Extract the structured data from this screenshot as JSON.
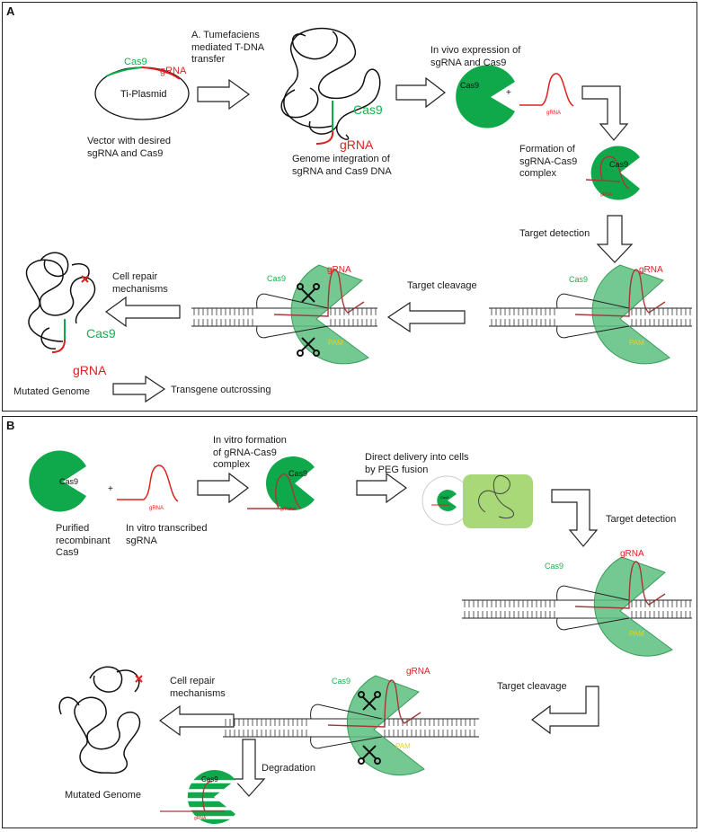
{
  "panel_a": {
    "label": "A",
    "plasmid_name": "Ti-Plasmid",
    "plasmid_cas9": "Cas9",
    "plasmid_grna": "gRNA",
    "vector_caption": "Vector with desired\nsgRNA and Cas9",
    "transfer_caption": "A. Tumefaciens\nmediated T-DNA\ntransfer",
    "genome_cas9": "Cas9",
    "genome_grna": "gRNA",
    "genome_caption": "Genome integration of\nsgRNA and Cas9 DNA",
    "expression_caption": "In vivo expression of\nsgRNA and Cas9",
    "cas9_label": "Cas9",
    "plus": "+",
    "grna_small": "gRNA",
    "complex_caption": "Formation of\nsgRNA-Cas9\ncomplex",
    "complex_cas9": "Cas9",
    "complex_grna": "gRNA",
    "detection_caption": "Target detection",
    "target_cas9": "Cas9",
    "target_grna": "gRNA",
    "target_pam": "PAM",
    "cleavage_caption": "Target cleavage",
    "cleave_cas9": "Cas9",
    "cleave_grna": "gRNA",
    "cleave_pam": "PAM",
    "repair_caption": "Cell repair\nmechanisms",
    "mut_cas9": "Cas9",
    "mut_grna": "gRNA",
    "mutated_caption": "Mutated Genome",
    "outcross_caption": "Transgene outcrossing"
  },
  "panel_b": {
    "label": "B",
    "cas9_label": "Cas9",
    "plus": "+",
    "grna_small": "gRNA",
    "purified_caption": "Purified\nrecombinant\nCas9",
    "transcribed_caption": "In vitro transcribed\nsgRNA",
    "formation_caption": "In vitro formation\nof gRNA-Cas9\ncomplex",
    "complex_cas9": "Cas9",
    "complex_grna": "gRNA",
    "delivery_caption": "Direct delivery into cells\nby PEG fusion",
    "delivery_cas9": "Cas9",
    "detection_caption": "Target detection",
    "target_cas9": "Cas9",
    "target_grna": "gRNA",
    "target_pam": "PAM",
    "cleavage_caption": "Target cleavage",
    "cleave_cas9": "Cas9",
    "cleave_grna": "gRNA",
    "cleave_pam": "PAM",
    "repair_caption": "Cell repair\nmechanisms",
    "mutated_caption": "Mutated Genome",
    "degradation_caption": "Degradation",
    "degrade_cas9": "Cas9",
    "degrade_grna": "gRNA"
  },
  "colors": {
    "cas9_green": "#0fa84a",
    "cas9_light": "#5cc080",
    "grna_red": "#e02020",
    "cas9_text": "#19b04a",
    "pam_yellow": "#e8d21a",
    "cell_green": "#a8d878"
  }
}
